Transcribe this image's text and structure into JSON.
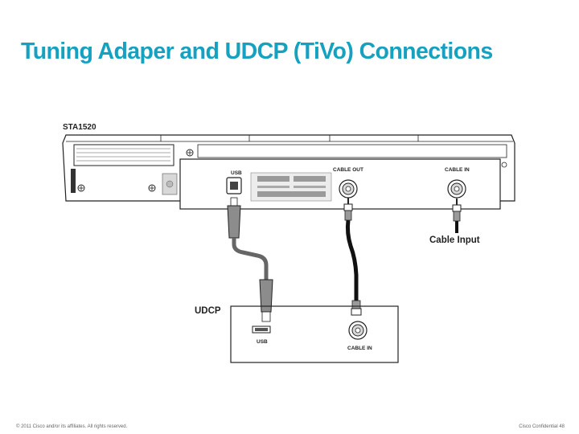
{
  "title": "Tuning Adaper and UDCP (TiVo) Connections",
  "diagram": {
    "device_label": "STA1520",
    "usb_port_label": "USB",
    "cable_out_label": "CABLE OUT",
    "cable_in_label": "CABLE IN",
    "cable_input_label": "Cable Input",
    "udcp_label": "UDCP",
    "udcp_usb_label": "USB",
    "udcp_cable_in_label": "CABLE IN"
  },
  "footer": {
    "left": "© 2011 Cisco and/or its affiliates. All rights reserved.",
    "right": "Cisco Confidential 48"
  }
}
